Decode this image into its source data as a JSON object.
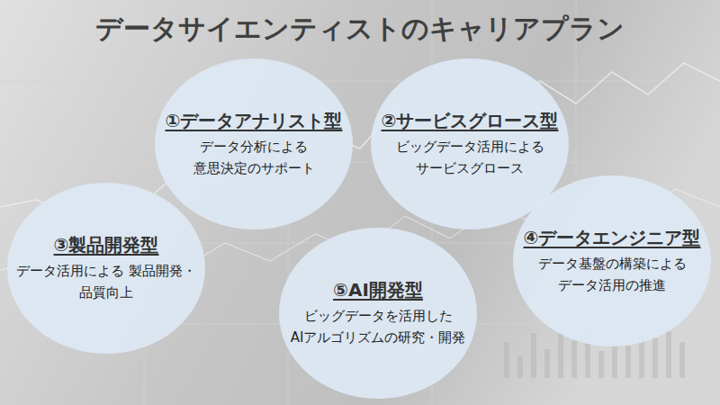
{
  "diagram": {
    "title": "データサイエンティストのキャリアプラン",
    "nodes": [
      {
        "text": [
          "①データアナリスト型",
          "データ分析による 意思決定のサポート"
        ]
      },
      {
        "text": [
          "②サービスグロース型",
          "ビッグデータ活用による サービスグロース"
        ]
      },
      {
        "text": [
          "③製品開発型",
          "データ活用による 製品開発・品質向上"
        ]
      },
      {
        "text": [
          "④データエンジニア型",
          "データ基盤の構築による データ活用の推進"
        ]
      },
      {
        "text": [
          "⑤AI開発型",
          "ビッグデータを活用した AIアルゴリズムの研究・開発"
        ]
      }
    ]
  }
}
